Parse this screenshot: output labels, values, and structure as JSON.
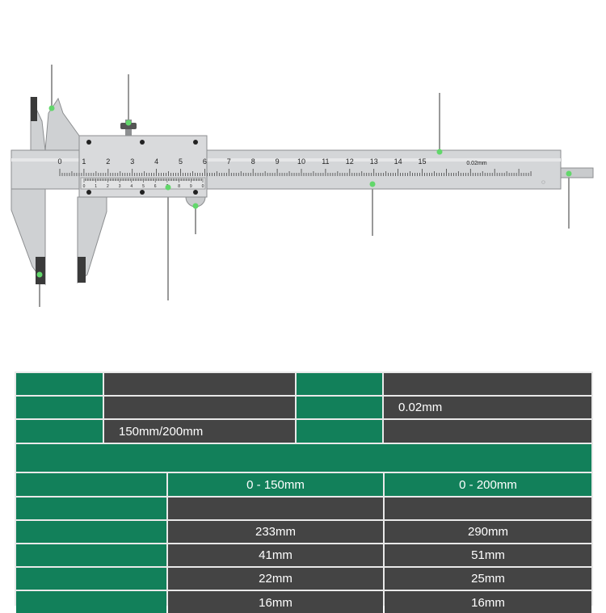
{
  "illustration": {
    "main_scale_labels": [
      "0",
      "1",
      "2",
      "3",
      "4",
      "5",
      "6",
      "7",
      "8",
      "9",
      "10",
      "11",
      "12",
      "13",
      "14",
      "15"
    ],
    "vernier_labels": [
      "0",
      "1",
      "2",
      "3",
      "4",
      "5",
      "6",
      "7",
      "8",
      "9",
      "0"
    ],
    "resolution_mark": "0.02mm",
    "colors": {
      "callout_dot": "#62d76b",
      "steel": "#cfd1d3",
      "jaw_dark": "#3a3a3a"
    }
  },
  "spec_table": {
    "resolution_value": "0.02mm",
    "range_value": "150mm/200mm",
    "model_a": "0 - 150mm",
    "model_b": "0 - 200mm",
    "rows": [
      {
        "a": "233mm",
        "b": "290mm"
      },
      {
        "a": "41mm",
        "b": "51mm"
      },
      {
        "a": "22mm",
        "b": "25mm"
      },
      {
        "a": "16mm",
        "b": "16mm"
      }
    ],
    "colors": {
      "header_green": "#12805a",
      "value_dark": "#444444",
      "grid": "#e9e9e9"
    }
  }
}
